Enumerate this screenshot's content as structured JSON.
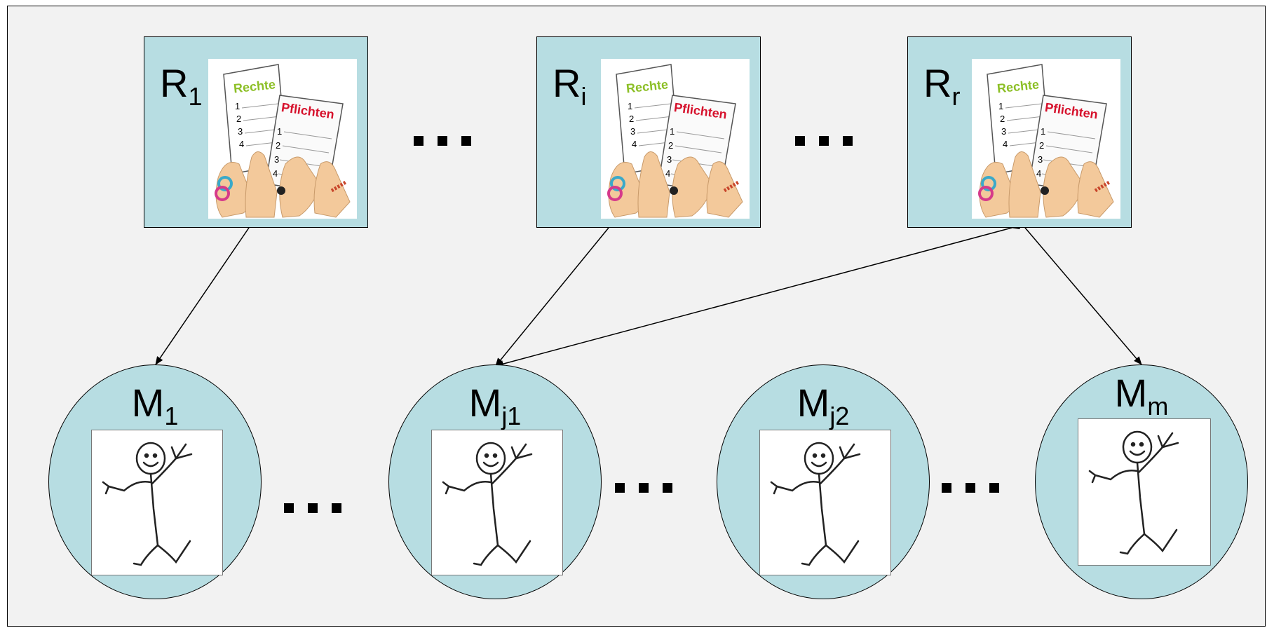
{
  "roles": [
    {
      "name": "R",
      "sub": "1"
    },
    {
      "name": "R",
      "sub": "i"
    },
    {
      "name": "R",
      "sub": "r"
    }
  ],
  "members": [
    {
      "name": "M",
      "sub": "1"
    },
    {
      "name": "M",
      "sub": "j1"
    },
    {
      "name": "M",
      "sub": "j2"
    },
    {
      "name": "M",
      "sub": "m"
    }
  ],
  "document_art": {
    "sheet1": "Rechte",
    "sheet2": "Pflichten",
    "color1": "#8cbf26",
    "color2": "#d6102b"
  },
  "colors": {
    "fill": "#b7dde2",
    "background": "#f2f2f2"
  }
}
